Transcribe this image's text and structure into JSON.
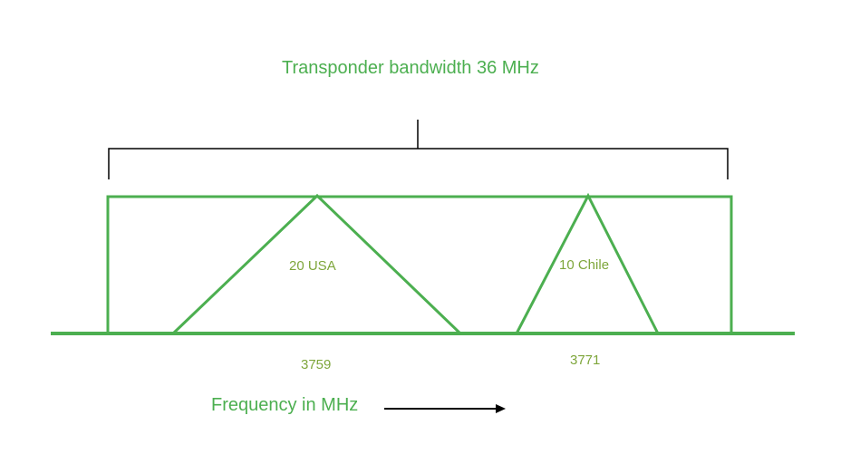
{
  "title": "Transponder bandwidth 36 MHz",
  "signals": [
    {
      "label": "20 USA",
      "frequency": "3759"
    },
    {
      "label": "10 Chile",
      "frequency": "3771"
    }
  ],
  "axis_label": "Frequency in MHz",
  "colors": {
    "green": "#4caf50",
    "label": "#7ea63b",
    "bracket": "#000000"
  }
}
